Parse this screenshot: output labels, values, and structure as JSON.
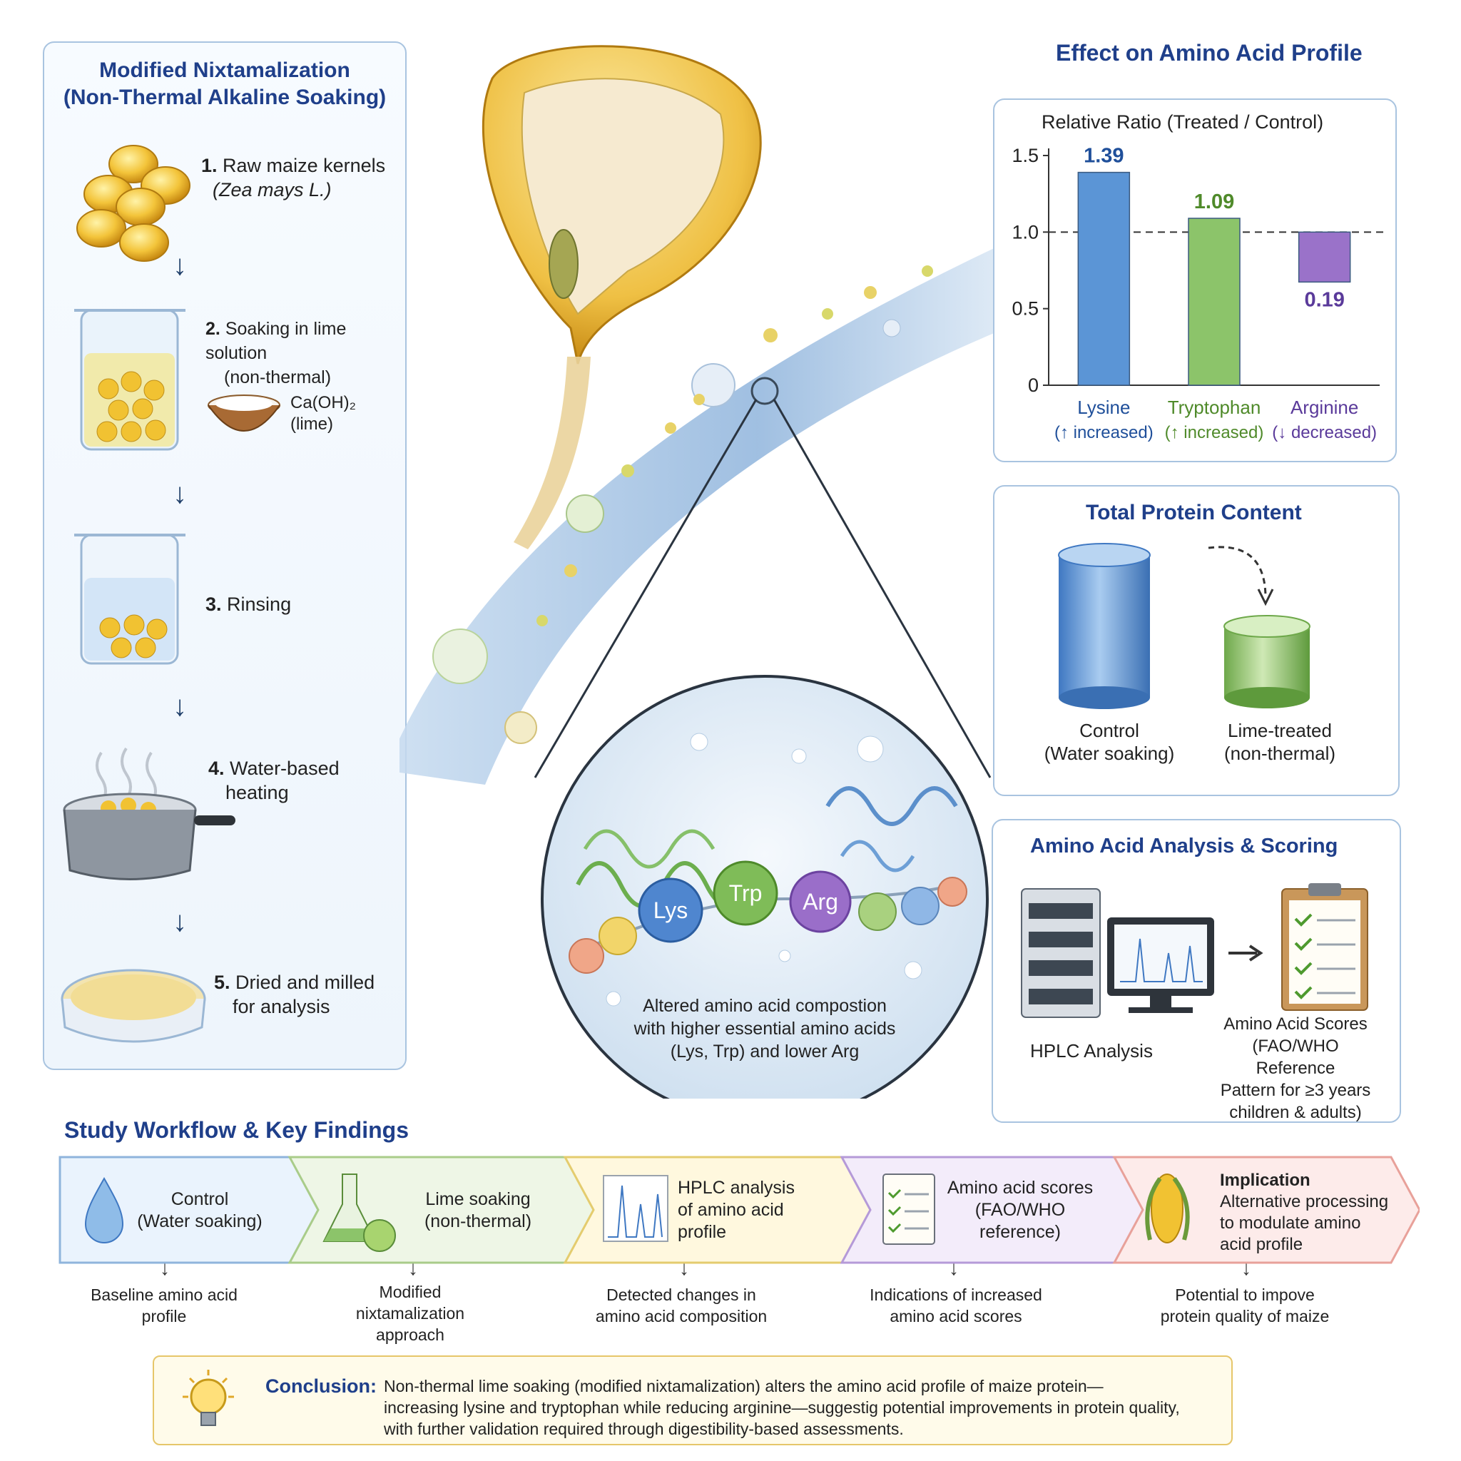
{
  "left_panel": {
    "title_line1": "Modified Nixtamalization",
    "title_line2": "(Non-Thermal Alkaline Soaking)",
    "steps": [
      {
        "num": "1.",
        "line1": "Raw maize kernels",
        "line2": "(Zea mays L.)"
      },
      {
        "num": "2.",
        "line1": "Soaking in lime solution",
        "line2": "(non-thermal)"
      },
      {
        "num": "3.",
        "line1": "Rinsing",
        "line2": ""
      },
      {
        "num": "4.",
        "line1": "Water-based",
        "line2": "heating"
      },
      {
        "num": "5.",
        "line1": "Dried and milled",
        "line2": "for analysis"
      }
    ],
    "lime_label_line1": "Ca(OH)₂",
    "lime_label_line2": "(lime)"
  },
  "center": {
    "circle_text_line1": "Altered amino acid compostion",
    "circle_text_line2": "with higher essential amino acids",
    "circle_text_line3": "(Lys, Trp) and lower Arg",
    "bead_lys": "Lys",
    "bead_trp": "Trp",
    "bead_arg": "Arg"
  },
  "chart_section": {
    "title": "Effect on Amino Acid Profile"
  },
  "chart_data": {
    "type": "bar",
    "title": "Relative Ratio (Treated / Control)",
    "categories": [
      "Lysine",
      "Tryptophan",
      "Arginine"
    ],
    "category_sublabels": [
      "(↑ increased)",
      "(↑ increased)",
      "(↓ decreased)"
    ],
    "values": [
      1.39,
      1.09,
      0.19
    ],
    "value_labels": [
      "1.39",
      "1.09",
      "0.19"
    ],
    "bar_colors": [
      "#5b95d6",
      "#8cc46a",
      "#9a72c9"
    ],
    "label_colors": [
      "#1f4f9a",
      "#4f8a2a",
      "#5a3a9a"
    ],
    "reference_line": 1.0,
    "yticks": [
      "0",
      "0.5",
      "1.0",
      "1.5"
    ],
    "ylim": [
      0,
      1.5
    ]
  },
  "protein_panel": {
    "title": "Total Protein Content",
    "control_line1": "Control",
    "control_line2": "(Water soaking)",
    "treated_line1": "Lime-treated",
    "treated_line2": "(non-thermal)",
    "control_color": "#5b95d6",
    "treated_color": "#8cc46a"
  },
  "analysis_panel": {
    "title": "Amino Acid Analysis & Scoring",
    "hplc_label": "HPLC Analysis",
    "scores_line1": "Amino Acid Scores",
    "scores_line2": "(FAO/WHO Reference",
    "scores_line3": "Pattern for ≥3 years",
    "scores_line4": "children & adults)"
  },
  "workflow": {
    "title": "Study Workflow & Key Findings",
    "steps": [
      {
        "line1": "Control",
        "line2": "(Water soaking)",
        "line3": "",
        "note1": "Baseline amino acid",
        "note2": "profile",
        "note3": ""
      },
      {
        "line1": "Lime soaking",
        "line2": "(non-thermal)",
        "line3": "",
        "note1": "Modified",
        "note2": "nixtamalization",
        "note3": "approach"
      },
      {
        "line1": "HPLC analysis",
        "line2": "of amino acid",
        "line3": "profile",
        "note1": "Detected changes in",
        "note2": "amino acid composition",
        "note3": ""
      },
      {
        "line1": "Amino acid scores",
        "line2": "(FAO/WHO",
        "line3": "reference)",
        "note1": "Indications of increased",
        "note2": "amino acid scores",
        "note3": ""
      },
      {
        "heading": "Implication",
        "line1": "Alternative processing",
        "line2": "to modulate amino",
        "line3": "acid profile",
        "note1": "Potential to impove",
        "note2": "protein quality of maize",
        "note3": ""
      }
    ]
  },
  "conclusion": {
    "label": "Conclusion:",
    "line1": "Non-thermal lime soaking (modified nixtamalization) alters the amino acid profile of maize protein—",
    "line2": "increasing lysine and tryptophan while reducing arginine—suggestig potential improvements in protein quality,",
    "line3": "with further validation required through digestibility-based assessments."
  }
}
